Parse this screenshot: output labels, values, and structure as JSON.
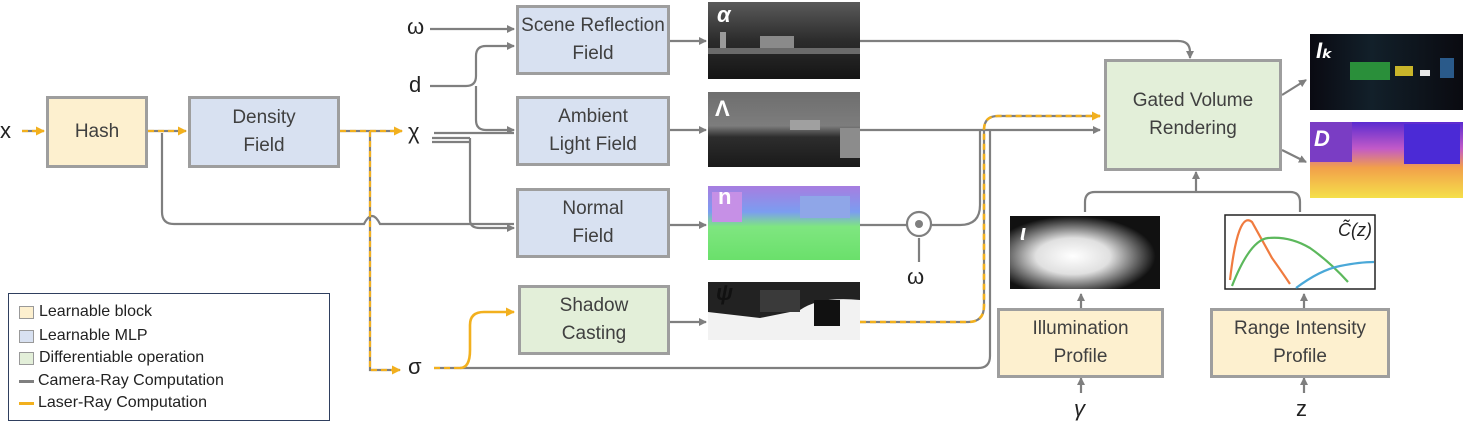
{
  "inputs": {
    "x": "x",
    "omega": "ω",
    "d": "d",
    "chi": "χ",
    "sigma": "σ",
    "omega2": "ω",
    "gamma": "γ",
    "z": "z",
    "dot": "⊙"
  },
  "boxes": {
    "hash": "Hash",
    "density": "Density\nField",
    "scene_reflection": "Scene Reflection\nField",
    "ambient": "Ambient\nLight Field",
    "normal": "Normal\nField",
    "shadow": "Shadow\nCasting",
    "gated": "Gated Volume\nRendering",
    "illumination": "Illumination\nProfile",
    "range_intensity": "Range Intensity\nProfile"
  },
  "image_labels": {
    "alpha": "α",
    "lambda": "Λ",
    "n": "n",
    "psi": "ψ",
    "ik": "Iₖ",
    "depth": "D",
    "iota": "ι",
    "cz": "C̃(z)"
  },
  "legend": {
    "learnable_block": "Learnable block",
    "learnable_mlp": "Learnable MLP",
    "differentiable": "Differentiable operation",
    "camera_ray": "Camera-Ray Computation",
    "laser_ray": "Laser-Ray Computation"
  },
  "colors": {
    "block_yellow": "#fdf0cf",
    "mlp_blue": "#d8e1f1",
    "op_green": "#e3efd9",
    "camera_ray": "#7f7f7f",
    "laser_ray": "#f2b01e",
    "border": "#9e9e9e",
    "curve_orange": "#f07b3f",
    "curve_green": "#5cb85c",
    "curve_blue": "#4aa8d8"
  }
}
